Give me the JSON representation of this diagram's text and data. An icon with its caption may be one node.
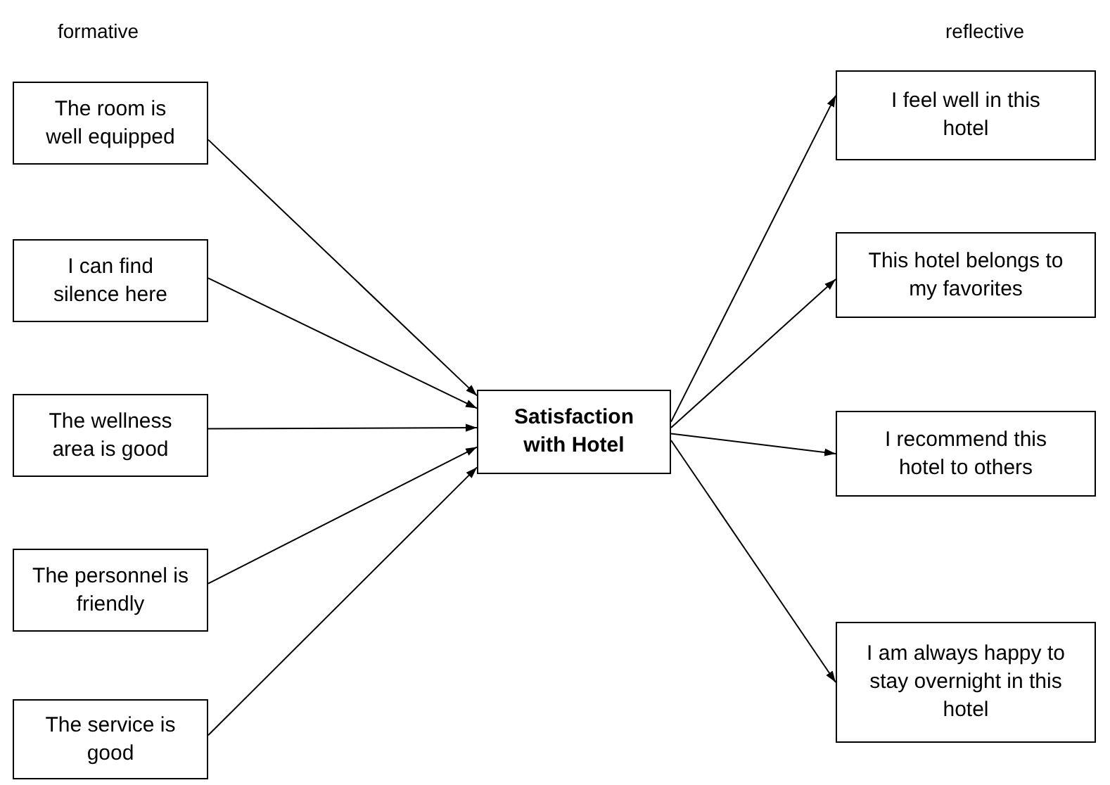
{
  "diagram": {
    "nodes": [
      {
        "text": [
          "The room is well equipped"
        ]
      },
      {
        "text": [
          "I can find silence here"
        ]
      },
      {
        "text": [
          "The wellness area is good"
        ]
      },
      {
        "text": [
          "The personnel is friendly"
        ]
      },
      {
        "text": [
          "The service is good"
        ]
      },
      {
        "text": [
          "Satisfaction with Hotel"
        ]
      },
      {
        "text": [
          "I feel well in this hotel"
        ]
      },
      {
        "text": [
          "This hotel belongs to my favorites"
        ]
      },
      {
        "text": [
          "I recommend this hotel to others"
        ]
      },
      {
        "text": [
          "I am always happy to stay overnight in this hotel"
        ]
      }
    ],
    "edges": [
      {
        "from": 0,
        "to": 5,
        "arrow": "to"
      },
      {
        "from": 1,
        "to": 5,
        "arrow": "to"
      },
      {
        "from": 2,
        "to": 5,
        "arrow": "to"
      },
      {
        "from": 3,
        "to": 5,
        "arrow": "to"
      },
      {
        "from": 4,
        "to": 5,
        "arrow": "to"
      },
      {
        "from": 5,
        "to": 6,
        "arrow": "to"
      },
      {
        "from": 5,
        "to": 7,
        "arrow": "to"
      },
      {
        "from": 5,
        "to": 8,
        "arrow": "to"
      },
      {
        "from": 5,
        "to": 9,
        "arrow": "to"
      }
    ],
    "labels": [
      "formative",
      "reflective"
    ]
  }
}
